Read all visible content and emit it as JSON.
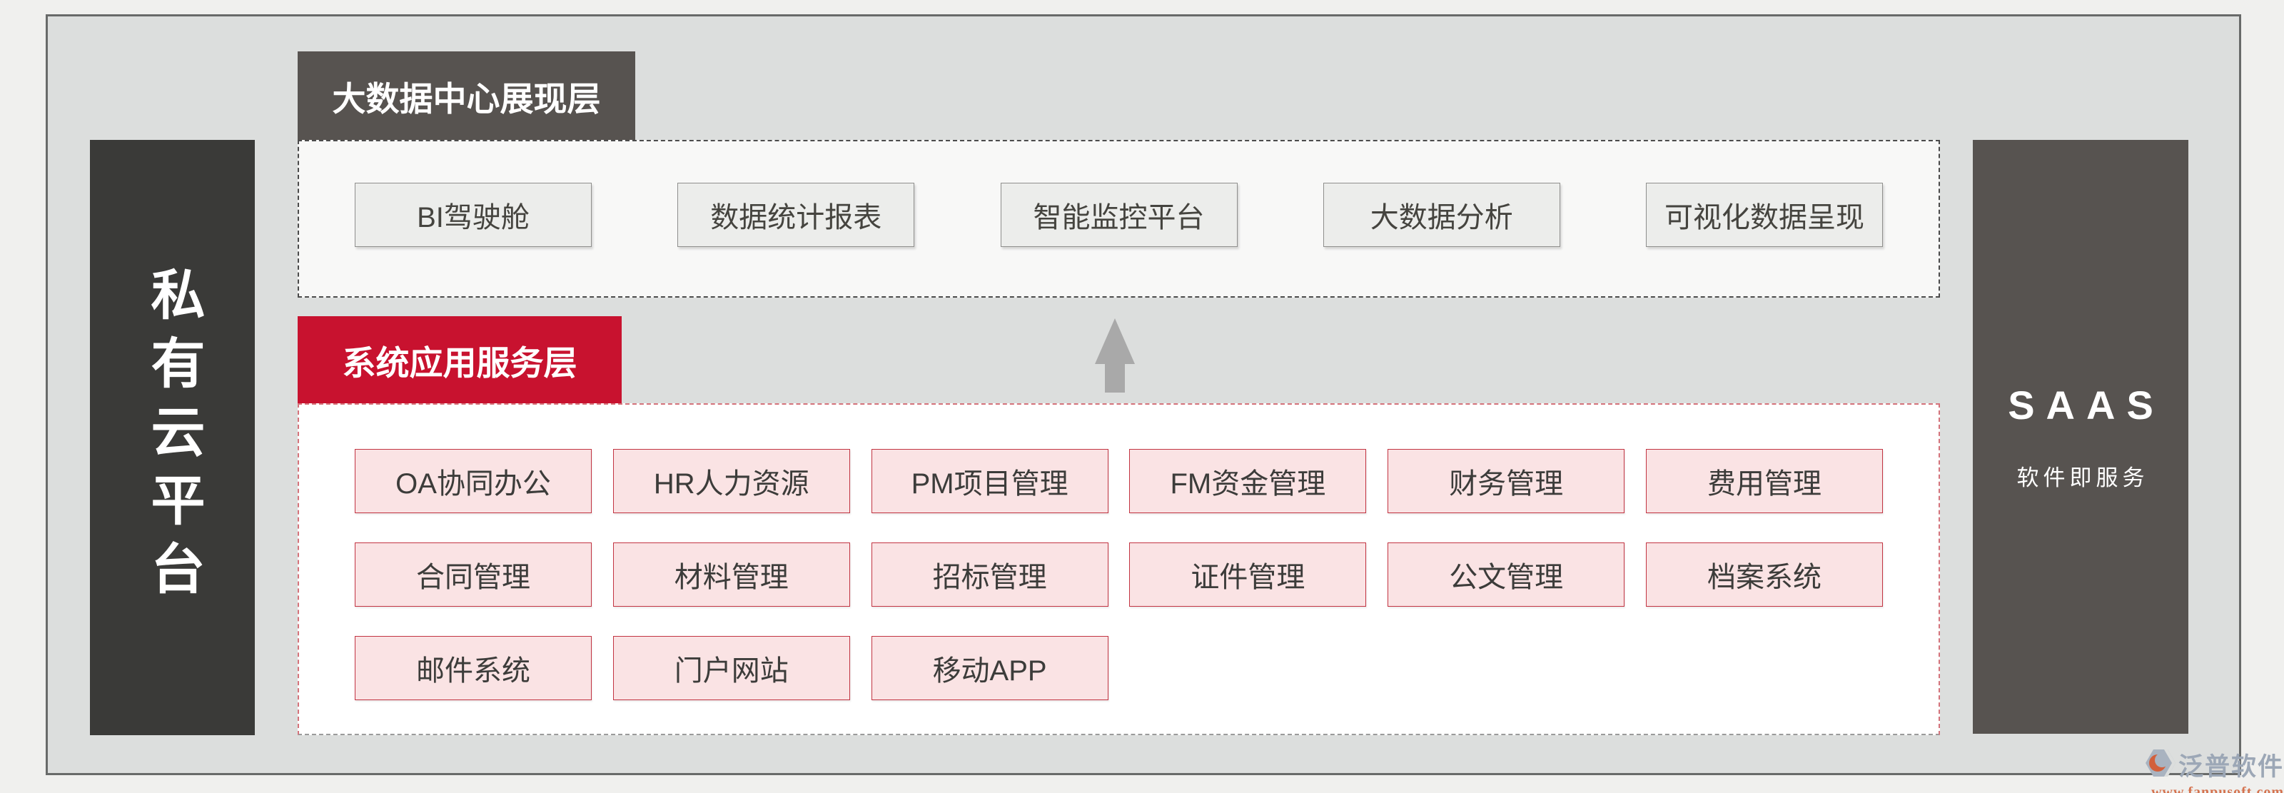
{
  "left_bar": {
    "label": "私有云平台"
  },
  "right_bar": {
    "title": "SAAS",
    "subtitle": "软件即服务"
  },
  "presentation_layer": {
    "header": "大数据中心展现层",
    "items": [
      "BI驾驶舱",
      "数据统计报表",
      "智能监控平台",
      "大数据分析",
      "可视化数据呈现"
    ]
  },
  "service_layer": {
    "header": "系统应用服务层",
    "items": [
      "OA协同办公",
      "HR人力资源",
      "PM项目管理",
      "FM资金管理",
      "财务管理",
      "费用管理",
      "合同管理",
      "材料管理",
      "招标管理",
      "证件管理",
      "公文管理",
      "档案系统",
      "邮件系统",
      "门户网站",
      "移动APP"
    ]
  },
  "watermark": {
    "brand": "泛普软件",
    "url": "www.fanpusoft.com"
  },
  "colors": {
    "accent_red": "#c8122f",
    "header_dark_gray": "#575350",
    "left_bar_gray": "#3a3a38",
    "pink_fill": "#fae3e4",
    "pink_border": "#c23442",
    "dashed_red": "#d4737b",
    "gray_box_fill": "#ecedeb",
    "arrow_gray": "#a9a9a9",
    "canvas_gray": "#dcdedd",
    "brand_blue_gray": "#9ca7b6",
    "brand_orange": "#d4724e"
  }
}
